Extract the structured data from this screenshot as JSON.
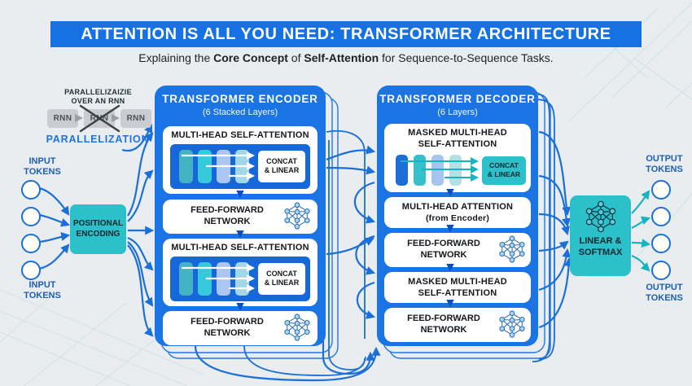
{
  "title": "ATTENTION IS ALL YOU NEED: TRANSFORMER ARCHITECTURE",
  "subtitle": {
    "part1": "Explaining the ",
    "bold1": "Core Concept",
    "part2": " of ",
    "bold2": "Self-Attention",
    "part3": " for Sequence-to-Sequence Tasks."
  },
  "parallelization": {
    "caption_line1": "PARALLELIZAIZIE",
    "caption_line2": "OVER AN RNN",
    "rnn1": "RNN",
    "rnn2": "RNN",
    "rnn3": "RNN",
    "label": "PARALLELIZATION"
  },
  "left": {
    "input_tokens_top_l1": "INPUT",
    "input_tokens_top_l2": "TOKENS",
    "input_tokens_bottom_l1": "INPUT",
    "input_tokens_bottom_l2": "TOKENS",
    "positional_encoding_l1": "POSITIONAL",
    "positional_encoding_l2": "ENCODING"
  },
  "encoder": {
    "title": "TRANSFORMER ENCODER",
    "subtitle": "(6 Stacked Layers)",
    "mhsa1_label": "MULTI-HEAD SELF-ATTENTION",
    "mhsa2_label": "MULTI-HEAD SELF-ATTENTION",
    "ffn_l1": "FEED-FORWARD",
    "ffn_l2": "NETWORK",
    "concat_l1": "CONCAT",
    "concat_l2": "& LINEAR"
  },
  "decoder": {
    "title": "TRANSFORMER DECODER",
    "subtitle": "(6 Layers)",
    "masked1_l1": "MASKED MULTI-HEAD",
    "masked1_l2": "SELF-ATTENTION",
    "mha_l1": "MULTI-HEAD ATTENTION",
    "mha_l2": "(from Encoder)",
    "ffn_l1": "FEED-FORWARD",
    "ffn_l2": "NETWORK",
    "masked2_l1": "MASKED MULTI-HEAD",
    "masked2_l2": "SELF-ATTENTION",
    "concat_l1": "CONCAT",
    "concat_l2": "& LINEAR"
  },
  "right": {
    "linear_softmax_l1": "LINEAR &",
    "linear_softmax_l2": "SOFTMAX",
    "output_tokens_top_l1": "OUTPUT",
    "output_tokens_top_l2": "TOKENS",
    "output_tokens_bottom_l1": "OUTPUT",
    "output_tokens_bottom_l2": "TOKENS"
  },
  "icons": {
    "feed_forward": "neural-network-icon",
    "linear_softmax": "neural-network-icon",
    "rnn_middle": "x-cross-icon"
  },
  "colors": {
    "banner_blue": "#1671e2",
    "block_blue": "#1b74e4",
    "teal": "#2cc0cb",
    "wire_blue": "#1b6fd6",
    "wire_teal": "#17b3c0",
    "encoder_bars": [
      "#43b2c3",
      "#36c9d9",
      "#abc6f2",
      "#a2d7e8"
    ],
    "decoder_bars": [
      "#1b6fd6",
      "#36c0c9",
      "#a6c4ee",
      "#b3e1e3"
    ]
  }
}
